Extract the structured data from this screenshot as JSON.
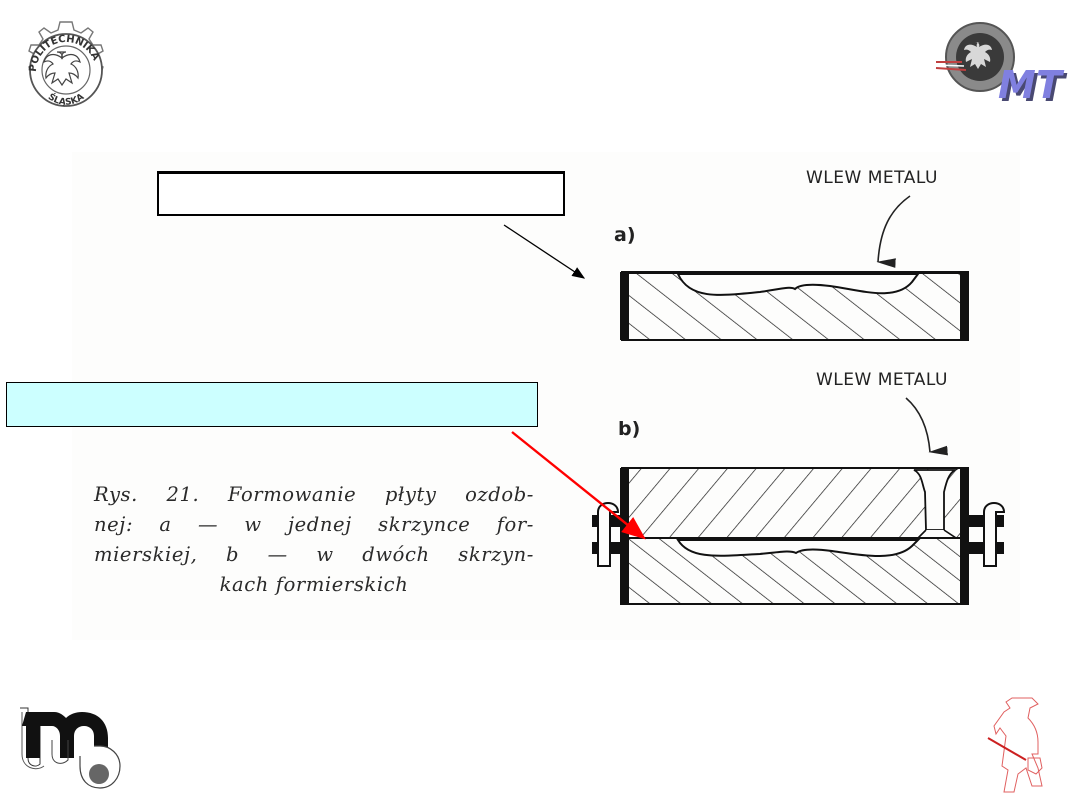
{
  "header": {
    "left_logo": {
      "icon": "politechnika-slaska-emblem-icon",
      "text_top": "POLITECHNIKA",
      "text_bottom": "ŚLĄSKA"
    },
    "right_logo": {
      "icon": "politechnika-mt-logo-icon",
      "text": "MT"
    }
  },
  "figure": {
    "diagram_a": {
      "label": "a)",
      "annotation": "WLEW METALU"
    },
    "diagram_b": {
      "label": "b)",
      "annotation": "WLEW METALU"
    },
    "caption_lines": [
      "Rys. 21. Formowanie płyty ozdob-",
      "nej: a — w jednej skrzynce for-",
      "mierskiej, b — w dwóch skrzyn-",
      "kach formierskich"
    ]
  },
  "callouts": {
    "box_a": {
      "text": "",
      "fill": "#ffffff",
      "arrow_color": "#000000"
    },
    "box_b": {
      "text": "",
      "fill": "#ccffff",
      "arrow_color": "#ff0000"
    }
  },
  "footer": {
    "left_logo": {
      "icon": "imb-logo-icon"
    },
    "right_logo": {
      "icon": "foundry-worker-with-ladle-icon",
      "color": "#d42020"
    }
  }
}
